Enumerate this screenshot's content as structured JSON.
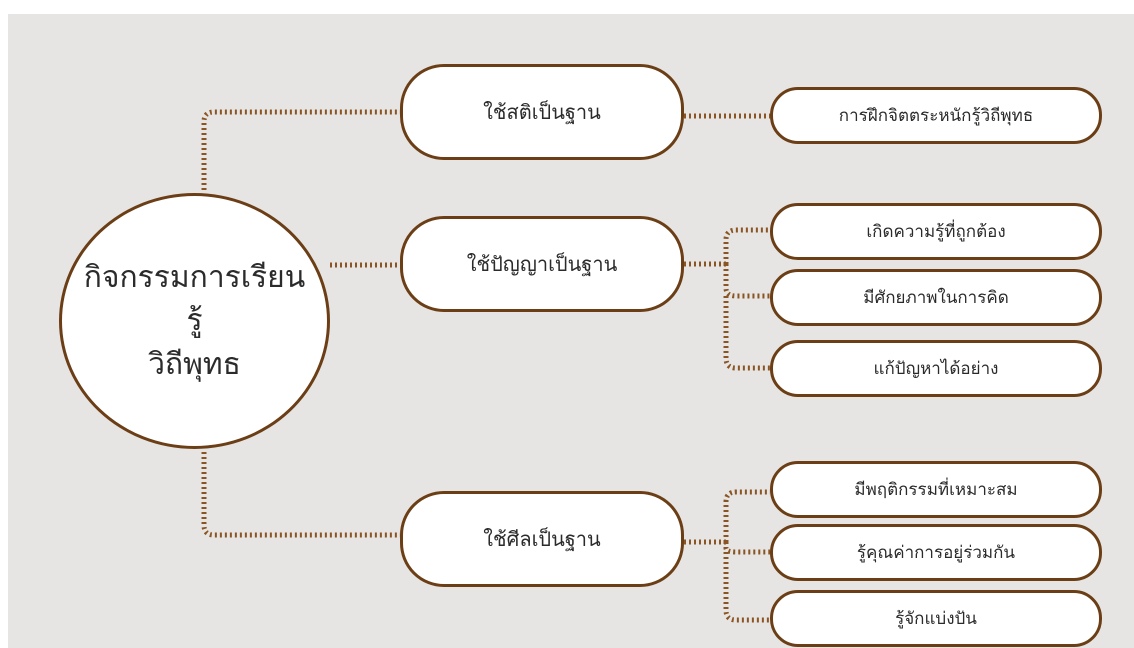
{
  "diagram": {
    "root": {
      "label": "กิจกรรมการเรียนรู้\nวิถีพุทธ"
    },
    "branches": [
      {
        "label": "ใช้สติเป็นฐาน",
        "children": [
          "การฝึกจิตตระหนักรู้วิถีพุทธ"
        ]
      },
      {
        "label": "ใช้ปัญญาเป็นฐาน",
        "children": [
          "เกิดความรู้ที่ถูกต้อง",
          "มีศักยภาพในการคิด",
          "แก้ปัญหาได้อย่าง"
        ]
      },
      {
        "label": "ใช้ศีลเป็นฐาน",
        "children": [
          "มีพฤติกรรมที่เหมาะสม",
          "รู้คุณค่าการอยู่ร่วมกัน",
          "รู้จักแบ่งปัน"
        ]
      }
    ],
    "colors": {
      "background": "#e6e5e3",
      "node_border": "#6b3e16",
      "connector": "#8a5423",
      "node_fill": "#ffffff"
    }
  }
}
